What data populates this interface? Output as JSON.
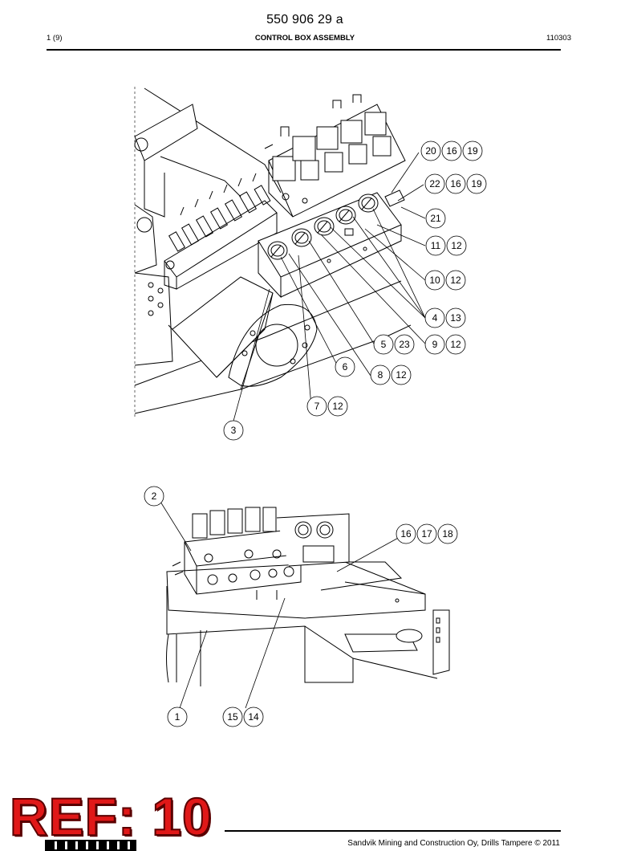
{
  "header": {
    "doc_number": "550 906 29 a",
    "page_count": "1 (9)",
    "title": "CONTROL BOX ASSEMBLY",
    "date_code": "110303"
  },
  "callouts_top": {
    "c20_16_19": [
      "20",
      "16",
      "19"
    ],
    "c22_16_19": [
      "22",
      "16",
      "19"
    ],
    "c21": [
      "21"
    ],
    "c11_12": [
      "11",
      "12"
    ],
    "c10_12": [
      "10",
      "12"
    ],
    "c4_13": [
      "4",
      "13"
    ],
    "c5_23": [
      "5",
      "23"
    ],
    "c9_12": [
      "9",
      "12"
    ],
    "c6": [
      "6"
    ],
    "c8_12": [
      "8",
      "12"
    ],
    "c7_12": [
      "7",
      "12"
    ],
    "c3": [
      "3"
    ]
  },
  "callouts_bottom": {
    "c2": [
      "2"
    ],
    "c16_17_18": [
      "16",
      "17",
      "18"
    ],
    "c1": [
      "1"
    ],
    "c15_14": [
      "15",
      "14"
    ]
  },
  "ref_stamp": "REF: 10",
  "footer": {
    "copyright": "Sandvik Mining and Construction Oy, Drills Tampere © 2011"
  }
}
